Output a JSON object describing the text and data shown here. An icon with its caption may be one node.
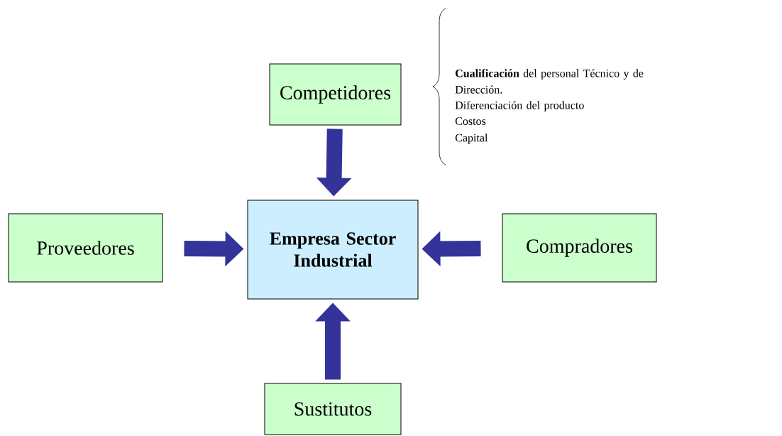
{
  "diagram": {
    "nodes": [
      {
        "text": [
          "Competidores"
        ]
      },
      {
        "text": [
          "Proveedores"
        ]
      },
      {
        "text": [
          "Empresa Sector Industrial"
        ]
      },
      {
        "text": [
          "Compradores"
        ]
      },
      {
        "text": [
          "Sustitutos"
        ]
      }
    ],
    "edges": [
      {
        "from": 0,
        "to": 2,
        "arrow": "to"
      },
      {
        "from": 1,
        "to": 2,
        "arrow": "to"
      },
      {
        "from": 3,
        "to": 2,
        "arrow": "to"
      },
      {
        "from": 4,
        "to": 2,
        "arrow": "to"
      }
    ],
    "labels": [
      "**Cualificación** del personal Técnico y de Dirección.",
      "Diferenciación del producto",
      "Costos",
      "Capital"
    ]
  }
}
